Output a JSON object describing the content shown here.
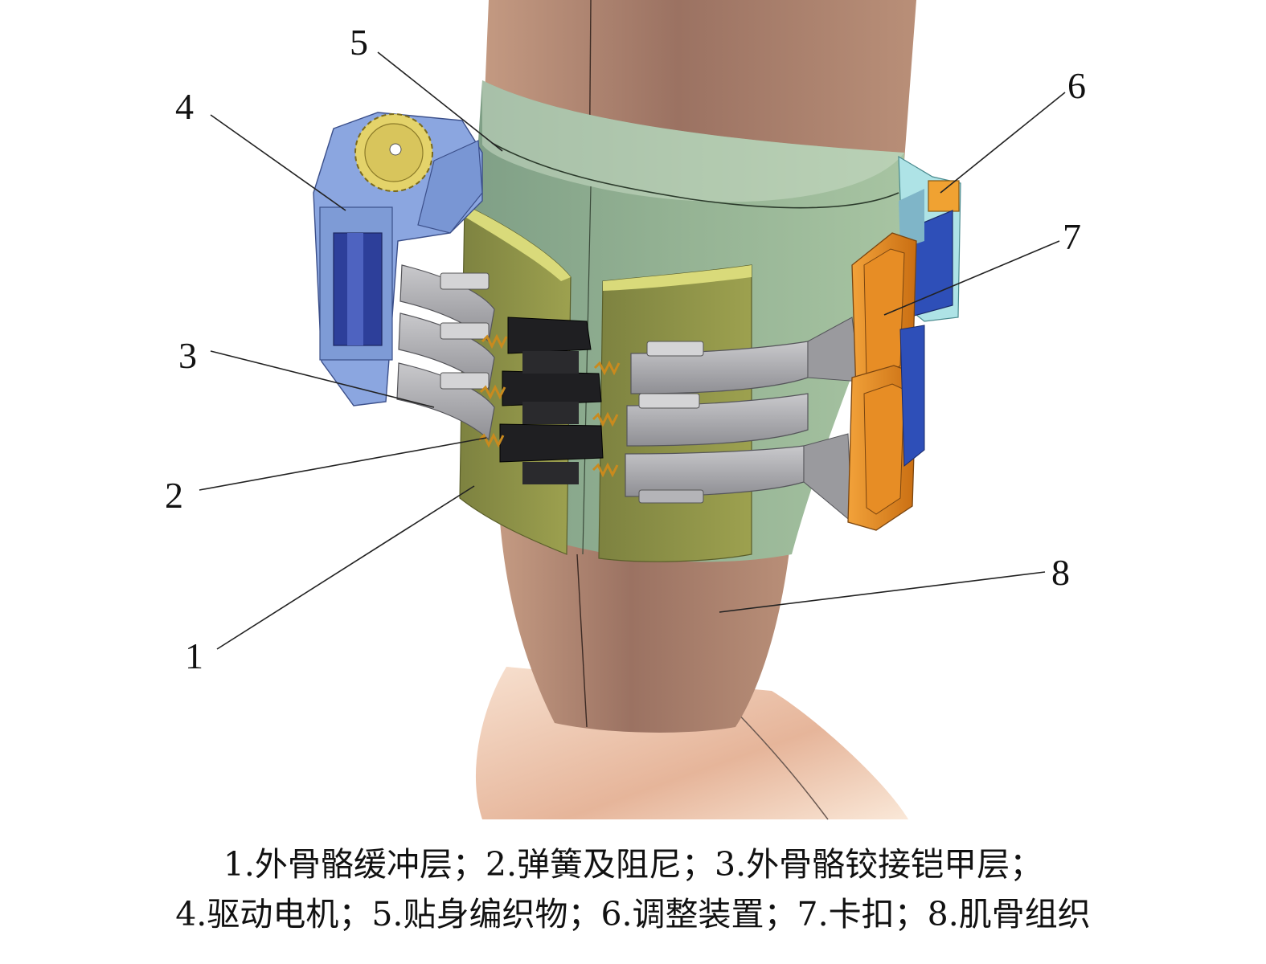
{
  "callouts": [
    {
      "number": "1",
      "name": "外骨骼缓冲层"
    },
    {
      "number": "2",
      "name": "弹簧及阻尼"
    },
    {
      "number": "3",
      "name": "外骨骼铰接铠甲层"
    },
    {
      "number": "4",
      "name": "驱动电机"
    },
    {
      "number": "5",
      "name": "贴身编织物"
    },
    {
      "number": "6",
      "name": "调整装置"
    },
    {
      "number": "7",
      "name": "卡扣"
    },
    {
      "number": "8",
      "name": "肌骨组织"
    }
  ],
  "caption": {
    "line1": "1.外骨骼缓冲层；2.弹簧及阻尼；3.外骨骼铰接铠甲层；",
    "line2": "4.驱动电机；5.贴身编织物；6.调整装置；7.卡扣；8.肌骨组织"
  },
  "colors": {
    "skin": "#b58a72",
    "textile": "#8fae8f",
    "buffer_pad": "#8f9444",
    "armor_plate": "#a9a9ad",
    "spring_damper": "#222222",
    "motor_housing": "#7b98d8",
    "motor_core": "#2d3f9a",
    "buckle": "#e18a22"
  }
}
